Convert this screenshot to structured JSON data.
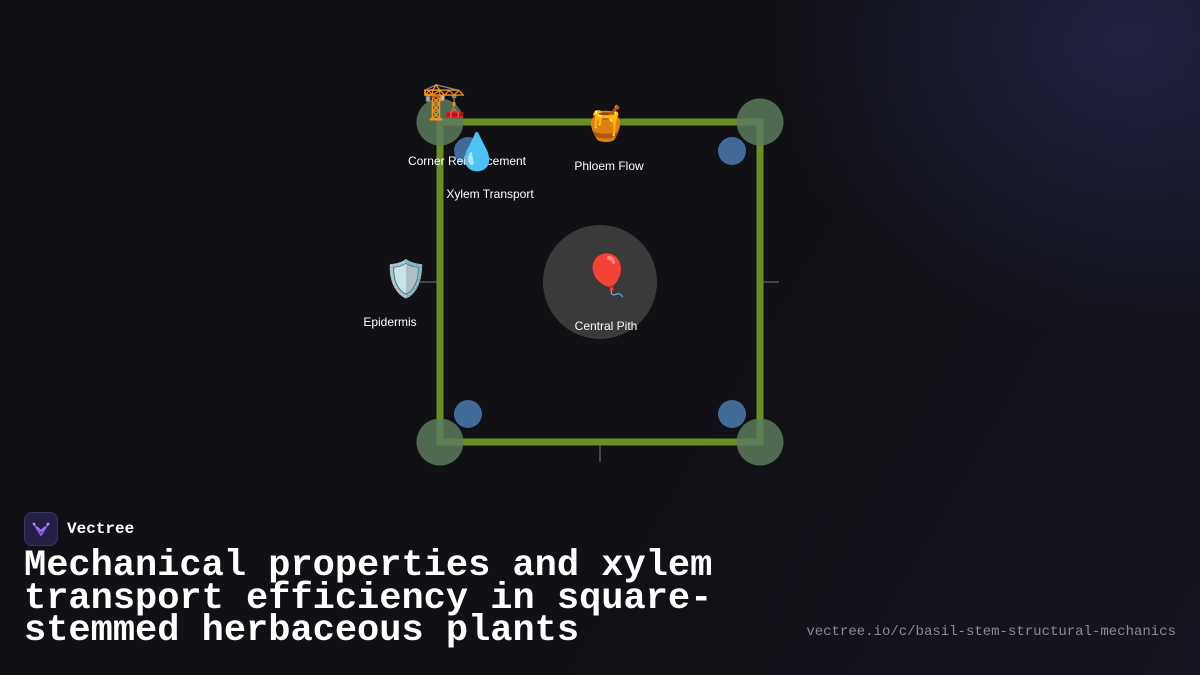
{
  "diagram": {
    "labels": {
      "corner_reinforcement": "Corner Reinforcement",
      "xylem_transport": "Xylem Transport",
      "phloem_flow": "Phloem Flow",
      "epidermis": "Epidermis",
      "central_pith": "Central Pith"
    },
    "icons": {
      "corner_reinforcement": "🏗️",
      "xylem_transport": "💧",
      "phloem_flow": "🍯",
      "epidermis": "🛡️",
      "central_pith": "🎈"
    },
    "colors": {
      "stem_outline": "#6b8e23",
      "corner_node": "#5b7a5b",
      "vascular_node": "#4a7ab0",
      "pith": "#3d3d3d",
      "background": "#101015"
    }
  },
  "brand": {
    "name": "Vectree"
  },
  "title": "Mechanical properties and xylem transport efficiency in square-stemmed herbaceous plants",
  "url": "vectree.io/c/basil-stem-structural-mechanics"
}
